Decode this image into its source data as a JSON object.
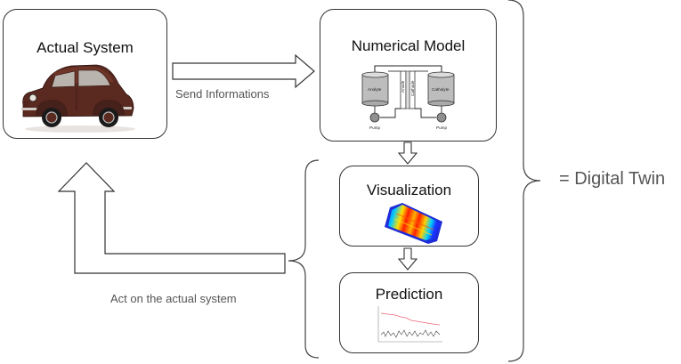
{
  "boxes": {
    "actual_system": {
      "title": "Actual System"
    },
    "numerical_model": {
      "title": "Numerical Model",
      "labels": {
        "anolyte": "Anolyte",
        "catholyte": "Catholyte",
        "anode": "Anode",
        "cathode": "Cathode",
        "pump_left": "Pump",
        "pump_right": "Pump"
      }
    },
    "visualization": {
      "title": "Visualization"
    },
    "prediction": {
      "title": "Prediction"
    }
  },
  "arrows": {
    "send": "Send Informations",
    "act": "Act on the actual system"
  },
  "summary": "= Digital Twin",
  "icons": [
    "car-image",
    "redox-flow-battery-schematic",
    "heatmap-render",
    "prediction-plot"
  ],
  "colors": {
    "stroke": "#333333",
    "text": "#555555",
    "car": "#5a2a20"
  }
}
